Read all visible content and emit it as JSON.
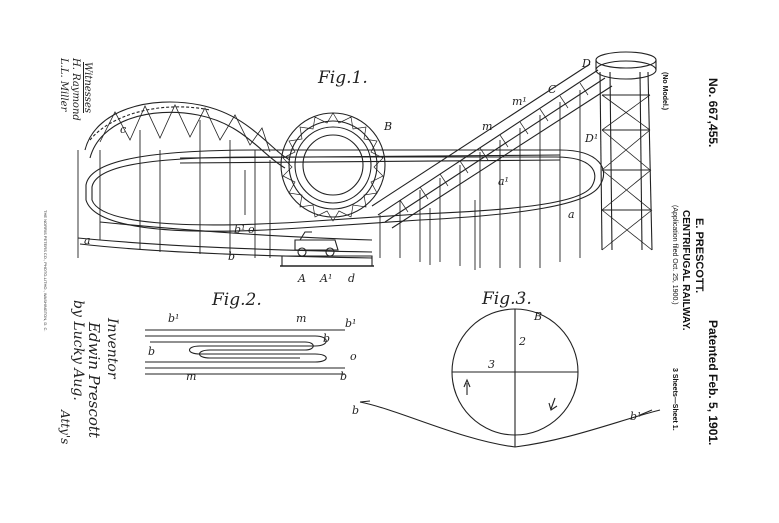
{
  "patent": {
    "number": "No. 667,455.",
    "date": "Patented Feb. 5, 1901.",
    "inventor": "E. PRESCOTT.",
    "title": "CENTRIFUGAL RAILWAY.",
    "application": "(Application filed Oct. 25, 1900.)",
    "model_note": "(No Model.)",
    "sheets": "3 Sheets—Sheet 1.",
    "printer": "THE NORRIS PETERS CO., PHOTO-LITHO., WASHINGTON, D. C."
  },
  "figures": {
    "fig1": "Fig.1.",
    "fig2": "Fig.2.",
    "fig3": "Fig.3."
  },
  "fig1_labels": {
    "D": "D",
    "C": "C",
    "m1": "m¹",
    "m": "m",
    "B": "B",
    "D1": "D¹",
    "c": "c",
    "a1": "a¹",
    "a": "a",
    "b1": "b¹",
    "o": "o",
    "b": "b",
    "A": "A",
    "A1": "A¹",
    "d": "d",
    "a_right": "a"
  },
  "fig2_labels": {
    "b1_top": "b¹",
    "m_top": "m",
    "b1_right": "b¹",
    "b_left": "b",
    "b_mid": "b",
    "o": "o",
    "m_bottom": "m",
    "b_bottom": "b"
  },
  "fig3_labels": {
    "B": "B",
    "n2": "2",
    "n3": "3",
    "b": "b",
    "b1": "b¹"
  },
  "witnesses": {
    "label": "Witnesses",
    "name1": "H. Raymond",
    "name2": "L.L. Miller"
  },
  "inventor_block": {
    "label": "Inventor",
    "name": "Edwin Prescott",
    "by": "by Lucky Aug.",
    "role": "Atty's"
  }
}
